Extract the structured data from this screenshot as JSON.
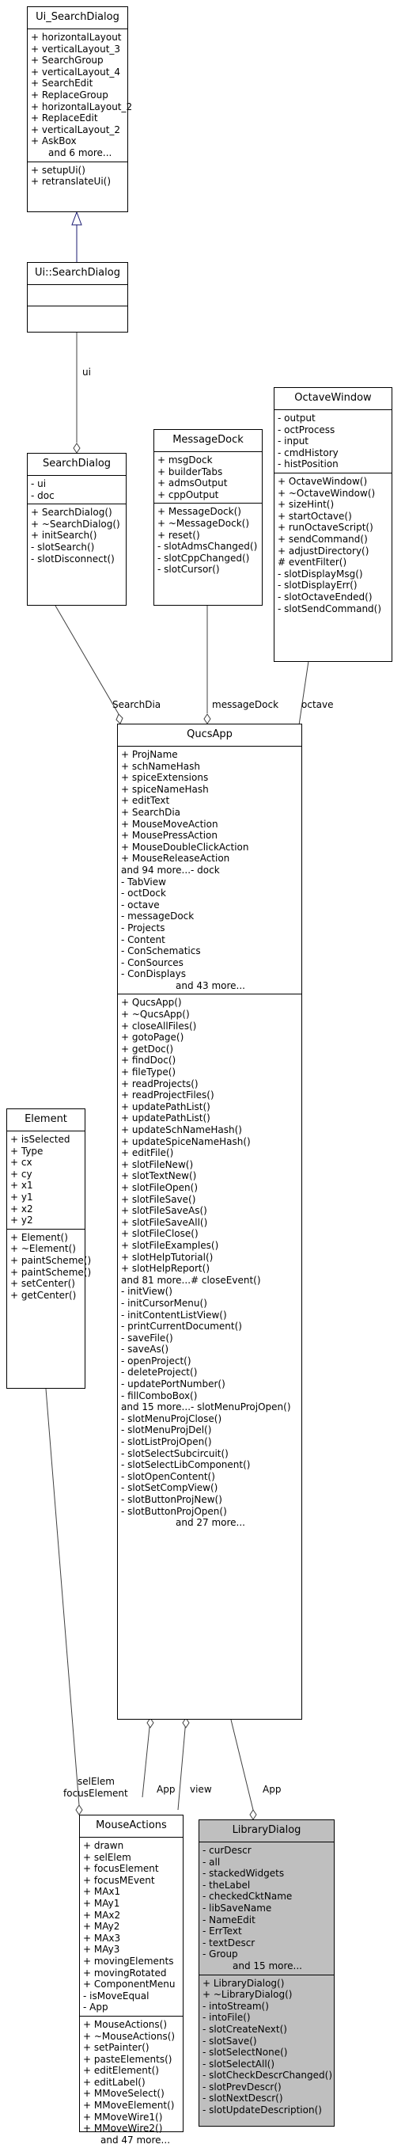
{
  "classes": {
    "ui_searchdialog": {
      "name": "Ui_SearchDialog",
      "attributes": [
        "+ horizontalLayout",
        "+ verticalLayout_3",
        "+ SearchGroup",
        "+ verticalLayout_4",
        "+ SearchEdit",
        "+ ReplaceGroup",
        "+ horizontalLayout_2",
        "+ ReplaceEdit",
        "+ verticalLayout_2",
        "+ AskBox",
        "and 6 more..."
      ],
      "methods": [
        "+ setupUi()",
        "+ retranslateUi()"
      ]
    },
    "ui_ns_searchdialog": {
      "name": "Ui::SearchDialog"
    },
    "octavewindow": {
      "name": "OctaveWindow",
      "attributes": [
        "- output",
        "- octProcess",
        "- input",
        "- cmdHistory",
        "- histPosition"
      ],
      "methods": [
        "+ OctaveWindow()",
        "+ ~OctaveWindow()",
        "+ sizeHint()",
        "+ startOctave()",
        "+ runOctaveScript()",
        "+ sendCommand()",
        "+ adjustDirectory()",
        "# eventFilter()",
        "- slotDisplayMsg()",
        "- slotDisplayErr()",
        "- slotOctaveEnded()",
        "- slotSendCommand()"
      ]
    },
    "searchdialog": {
      "name": "SearchDialog",
      "attributes": [
        "- ui",
        "- doc"
      ],
      "methods": [
        "+ SearchDialog()",
        "+ ~SearchDialog()",
        "+ initSearch()",
        "- slotSearch()",
        "- slotDisconnect()"
      ]
    },
    "messagedock": {
      "name": "MessageDock",
      "attributes": [
        "+ msgDock",
        "+ builderTabs",
        "+ admsOutput",
        "+ cppOutput"
      ],
      "methods": [
        "+ MessageDock()",
        "+ ~MessageDock()",
        "+ reset()",
        "- slotAdmsChanged()",
        "- slotCppChanged()",
        "- slotCursor()"
      ]
    },
    "qucsapp": {
      "name": "QucsApp",
      "attributes": [
        "+ ProjName",
        "+ schNameHash",
        "+ spiceExtensions",
        "+ spiceNameHash",
        "+ editText",
        "+ SearchDia",
        "+ MouseMoveAction",
        "+ MousePressAction",
        "+ MouseDoubleClickAction",
        "+ MouseReleaseAction",
        "and 94 more...- dock",
        "- TabView",
        "- octDock",
        "- octave",
        "- messageDock",
        "- Projects",
        "- Content",
        "- ConSchematics",
        "- ConSources",
        "- ConDisplays",
        "and 43 more..."
      ],
      "methods": [
        "+ QucsApp()",
        "+ ~QucsApp()",
        "+ closeAllFiles()",
        "+ gotoPage()",
        "+ getDoc()",
        "+ findDoc()",
        "+ fileType()",
        "+ readProjects()",
        "+ readProjectFiles()",
        "+ updatePathList()",
        "+ updatePathList()",
        "+ updateSchNameHash()",
        "+ updateSpiceNameHash()",
        "+ editFile()",
        "+ slotFileNew()",
        "+ slotTextNew()",
        "+ slotFileOpen()",
        "+ slotFileSave()",
        "+ slotFileSaveAs()",
        "+ slotFileSaveAll()",
        "+ slotFileClose()",
        "+ slotFileExamples()",
        "+ slotHelpTutorial()",
        "+ slotHelpReport()",
        "and 81 more...# closeEvent()",
        "- initView()",
        "- initCursorMenu()",
        "- initContentListView()",
        "- printCurrentDocument()",
        "- saveFile()",
        "- saveAs()",
        "- openProject()",
        "- deleteProject()",
        "- updatePortNumber()",
        "- fillComboBox()",
        "and 15 more...- slotMenuProjOpen()",
        "- slotMenuProjClose()",
        "- slotMenuProjDel()",
        "- slotListProjOpen()",
        "- slotSelectSubcircuit()",
        "- slotSelectLibComponent()",
        "- slotOpenContent()",
        "- slotSetCompView()",
        "- slotButtonProjNew()",
        "- slotButtonProjOpen()",
        "and 27 more..."
      ]
    },
    "element": {
      "name": "Element",
      "attributes": [
        "+ isSelected",
        "+ Type",
        "+ cx",
        "+ cy",
        "+ x1",
        "+ y1",
        "+ x2",
        "+ y2"
      ],
      "methods": [
        "+ Element()",
        "+ ~Element()",
        "+ paintScheme()",
        "+ paintScheme()",
        "+ setCenter()",
        "+ getCenter()"
      ]
    },
    "mouseactions": {
      "name": "MouseActions",
      "attributes": [
        "+ drawn",
        "+ selElem",
        "+ focusElement",
        "+ focusMEvent",
        "+ MAx1",
        "+ MAy1",
        "+ MAx2",
        "+ MAy2",
        "+ MAx3",
        "+ MAy3",
        "+ movingElements",
        "+ movingRotated",
        "+ ComponentMenu",
        "- isMoveEqual",
        "- App"
      ],
      "methods": [
        "+ MouseActions()",
        "+ ~MouseActions()",
        "+ setPainter()",
        "+ pasteElements()",
        "+ editElement()",
        "+ editLabel()",
        "+ MMoveSelect()",
        "+ MMoveElement()",
        "+ MMoveWire1()",
        "+ MMoveWire2()",
        "and 47 more..."
      ]
    },
    "librarydialog": {
      "name": "LibraryDialog",
      "attributes": [
        "- curDescr",
        "- all",
        "- stackedWidgets",
        "- theLabel",
        "- checkedCktName",
        "- libSaveName",
        "- NameEdit",
        "- ErrText",
        "- textDescr",
        "- Group",
        "and 15 more..."
      ],
      "methods": [
        "+ LibraryDialog()",
        "+ ~LibraryDialog()",
        "- intoStream()",
        "- intoFile()",
        "- slotCreateNext()",
        "- slotSave()",
        "- slotSelectNone()",
        "- slotSelectAll()",
        "- slotCheckDescrChanged()",
        "- slotPrevDescr()",
        "- slotNextDescr()",
        "- slotUpdateDescription()"
      ]
    }
  },
  "edges": {
    "ui": "ui",
    "searchdia": "SearchDia",
    "messagedock": "messageDock",
    "octave": "octave",
    "selelem": "selElem",
    "focuselement": "focusElement",
    "app1": "App",
    "view": "view",
    "app2": "App"
  },
  "colors": {
    "inheritance_edge": "#191970",
    "usage_edge": "#404040",
    "highlight_fill": "#bfbfbf"
  }
}
